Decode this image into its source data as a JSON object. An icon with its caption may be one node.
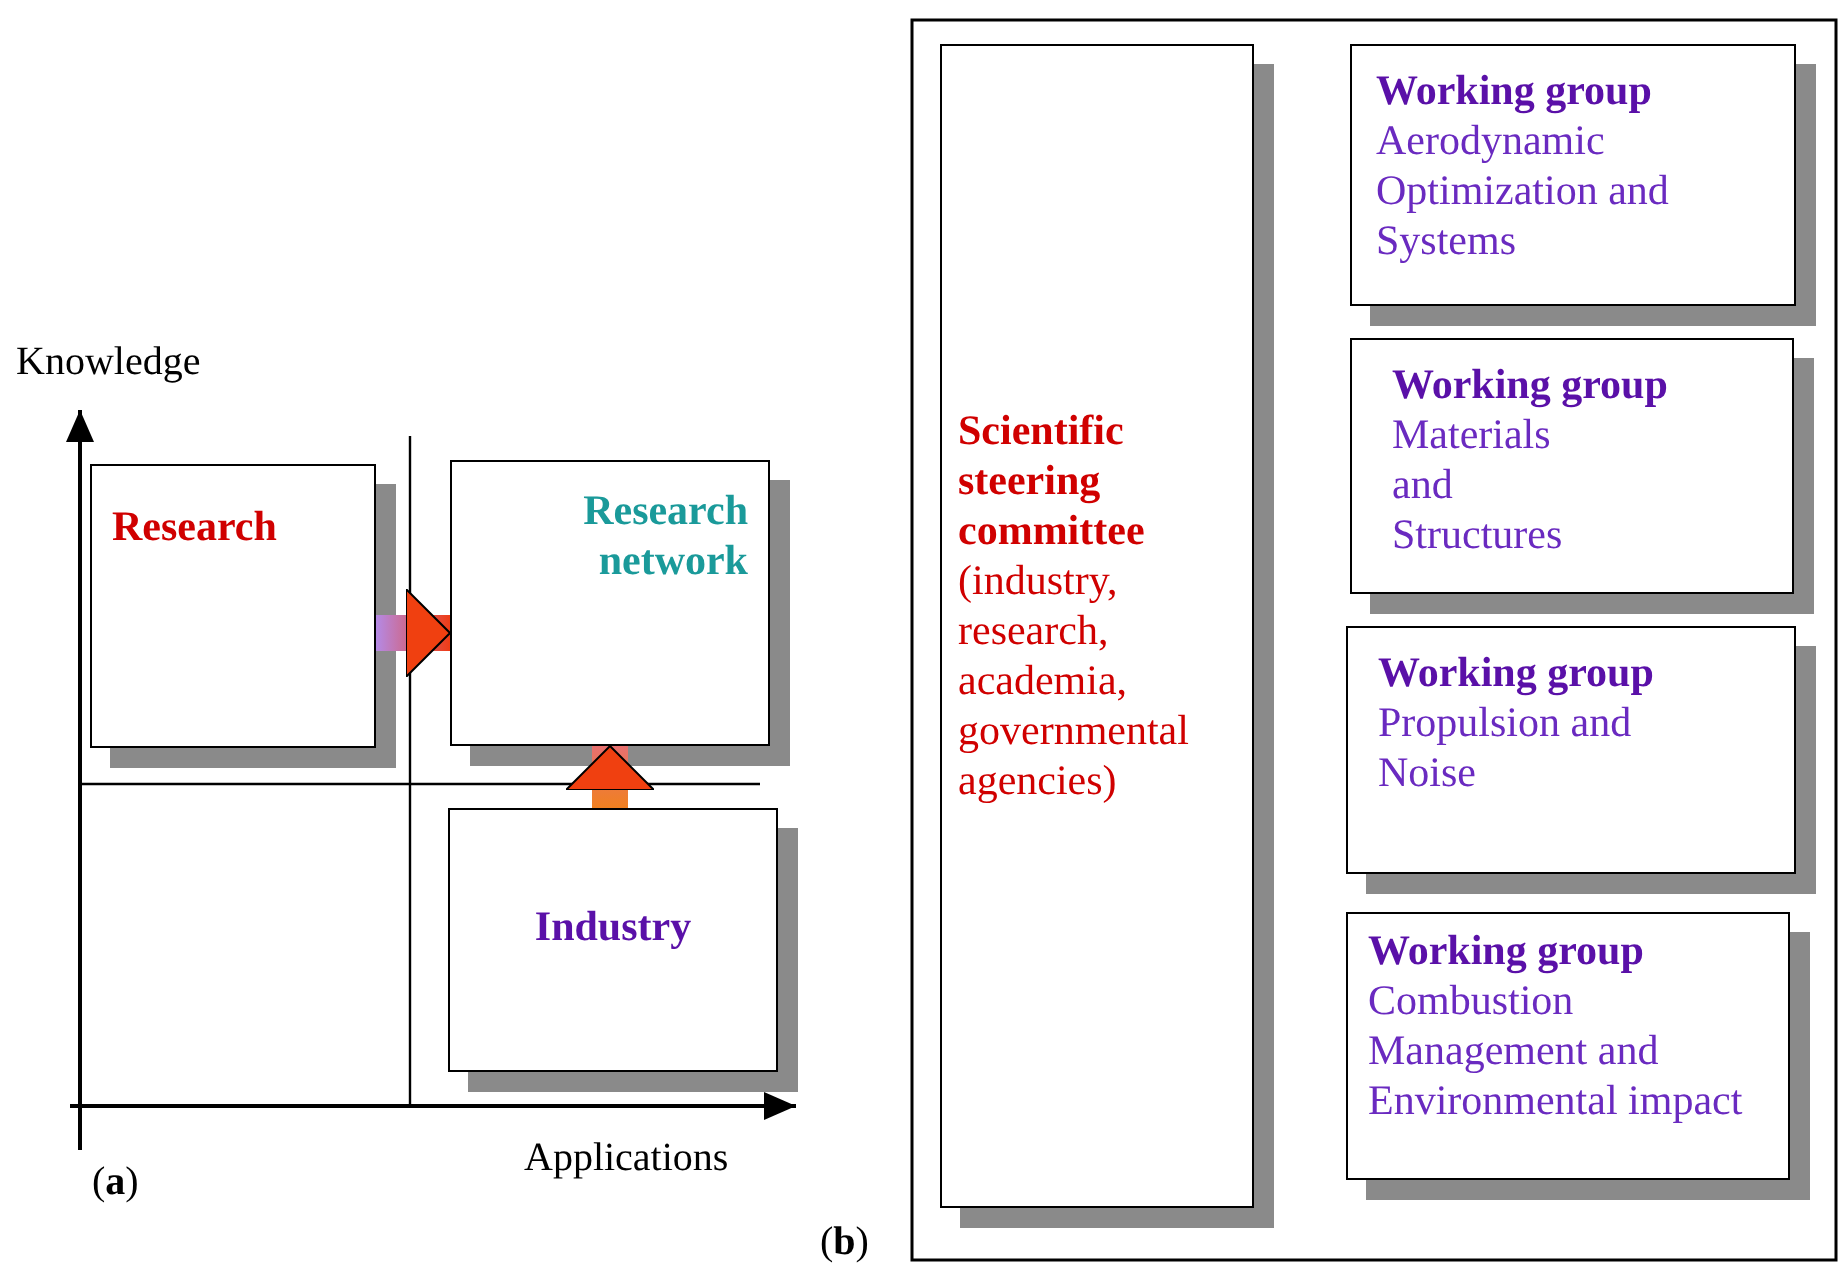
{
  "diagram": {
    "nodes": [
      {
        "text": [
          "Research"
        ]
      },
      {
        "text": [
          "Research network"
        ]
      },
      {
        "text": [
          "Industry"
        ]
      },
      {
        "text": [
          "Scientific steering committee",
          "(industry, research, academia, governmental agencies)"
        ]
      },
      {
        "text": [
          "Working group",
          "Aerodynamic Optimization and Systems"
        ]
      },
      {
        "text": [
          "Working group",
          "Materials and Structures"
        ]
      },
      {
        "text": [
          "Working group",
          "Propulsion and Noise"
        ]
      },
      {
        "text": [
          "Working group",
          "Combustion Management and Environmental impact"
        ]
      }
    ],
    "edges": [
      {
        "from": 0,
        "to": 1,
        "arrow": "to",
        "style": "thick"
      },
      {
        "from": 2,
        "to": 1,
        "arrow": "to",
        "style": "thick"
      }
    ],
    "labels": [
      "Knowledge",
      "Applications",
      "(**a**)",
      "(**b**)"
    ]
  }
}
